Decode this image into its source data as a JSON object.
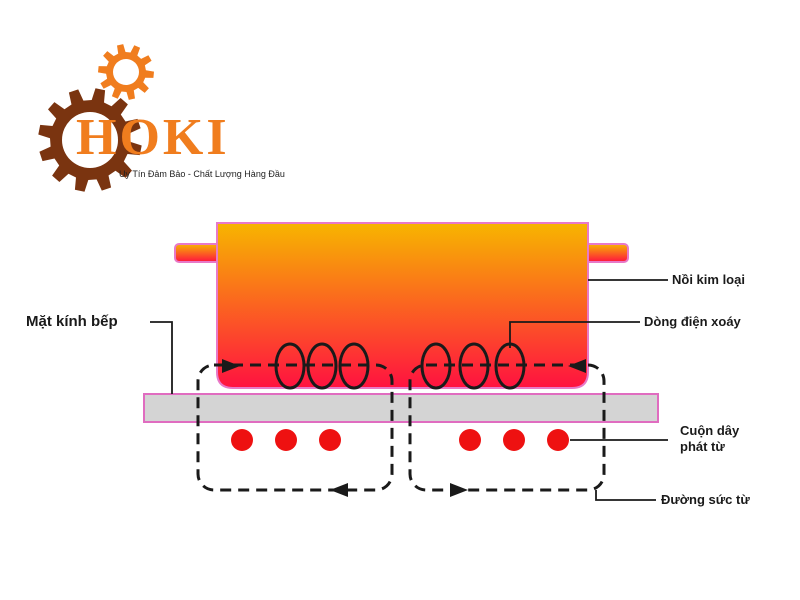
{
  "logo": {
    "brand": "HOKI",
    "tagline": "Uy Tín Đảm Bảo - Chất Lượng Hàng Đầu",
    "gear_color": "#7a3410",
    "accent_color": "#f07d1e"
  },
  "diagram": {
    "labels": {
      "pot": "Nồi kim loại",
      "eddy_current": "Dòng điện xoáy",
      "glass": "Mặt kính bếp",
      "coil_line1": "Cuộn dây",
      "coil_line2": "phát từ",
      "field_lines": "Đường sức từ"
    },
    "colors": {
      "pot_top": "#f7b500",
      "pot_bottom": "#ff1240",
      "pot_outline": "#e879c8",
      "glass_fill": "#d4d4d4",
      "glass_outline": "#e06cc0",
      "coil_dot": "#ee1111",
      "line": "#1a1a1a"
    }
  }
}
